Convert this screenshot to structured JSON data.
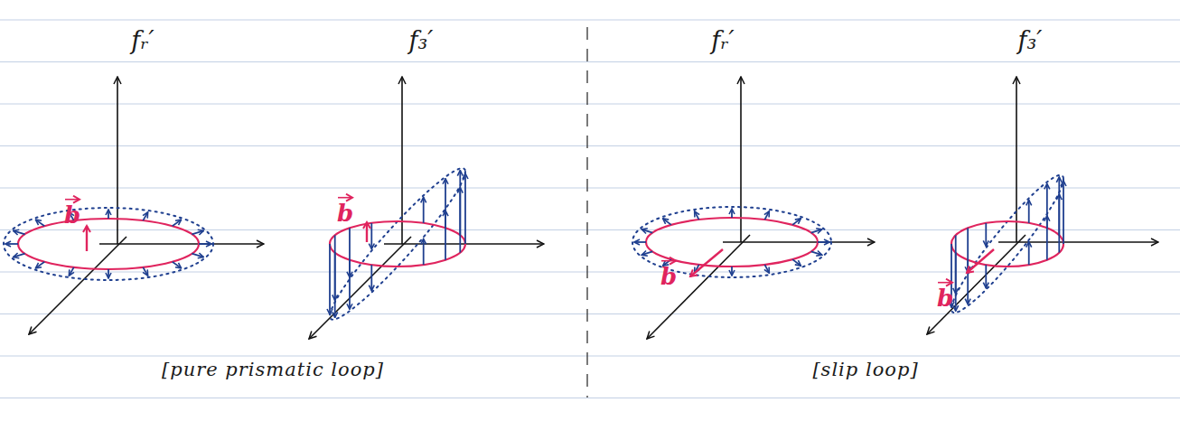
{
  "diagram": {
    "labels": [
      "fᵣ′",
      "f₃′",
      "fᵣ′",
      "f₃′",
      "b",
      "b",
      "b",
      "b",
      "[pure prismatic loop]",
      "[slip loop]"
    ]
  }
}
